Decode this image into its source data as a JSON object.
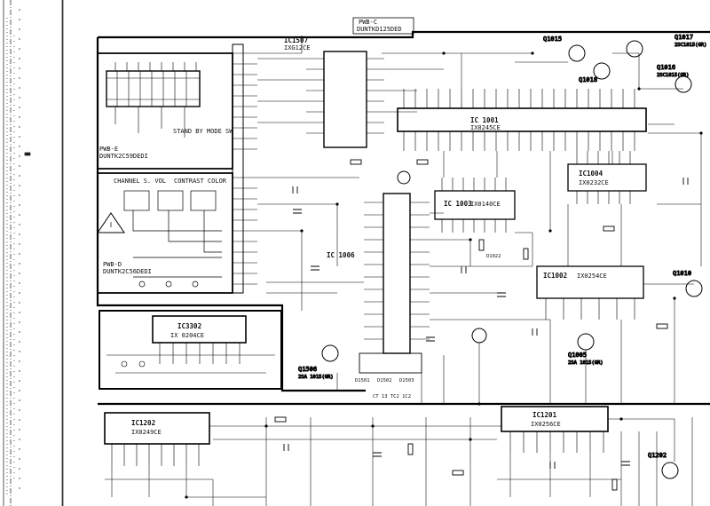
{
  "title": {
    "line1": "PWB-C",
    "line2": "DUNTKD125DED"
  },
  "boards": {
    "pwb_e": {
      "line1": "PWB-E",
      "line2": "DUNTK2C59DEDI"
    },
    "pwb_d": {
      "line1": "PWB-D",
      "line2": "DUNTK2C56DEDI"
    }
  },
  "ics": {
    "ic1507": {
      "name": "IC1507",
      "part": "IXG12CE"
    },
    "ic1001": {
      "name": "IC 1001",
      "part": "IX0245CE"
    },
    "ic1004": {
      "name": "IC1004",
      "part": "IX0232CE"
    },
    "ic1003": {
      "name": "IC 1003",
      "part": "IX0140CE"
    },
    "ic1002": {
      "name": "IC1002",
      "part": "IX0254CE"
    },
    "ic3302": {
      "name": "IC3302",
      "part": "IX 0204CE"
    },
    "ic1006": {
      "name": "IC 1006"
    },
    "ic1202": {
      "name": "IC1202",
      "part": "IX0249CE"
    },
    "ic1201": {
      "name": "IC1201",
      "part": "IX0256CE"
    }
  },
  "transistors": {
    "q1015": "Q1015",
    "q1017": "Q1017",
    "q1018": "Q1018",
    "q1010": "Q1010",
    "q1016": "Q1016",
    "q1005": "Q1005",
    "q1506": "Q1506",
    "q1202": "Q1202"
  },
  "labels": {
    "ch_vol": "CHANNEL   S. VOL",
    "contrast_color": "CONTRAST  COLOR",
    "stand_by": "STAND BY  MODE SW",
    "q1017_part": "2SC1815(GR)",
    "q1016_part": "2SC1815(GR)",
    "q1005_part": "2SA 1015(GR)",
    "q1506_part": "2SA 1015(GR)",
    "t_pair": "CT 13 TC2 1C2",
    "d1501": "D1501",
    "d1502": "D1502",
    "d1503": "D1503",
    "d1022": "D1022"
  },
  "colors": {
    "ink": "#111111",
    "paper": "#ffffff",
    "border": "#000000"
  }
}
